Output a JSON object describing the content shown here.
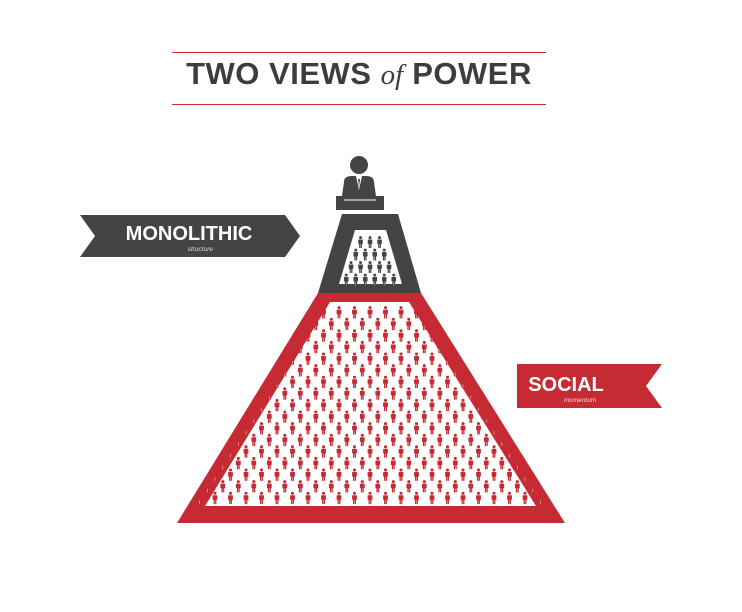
{
  "title": {
    "part1": "TWO VIEWS",
    "connector": "of",
    "part2": "POWER"
  },
  "labels": {
    "monolithic": {
      "main": "MONOLITHIC",
      "sub": "structure"
    },
    "social": {
      "main": "SOCIAL",
      "sub": "momentum"
    }
  },
  "colors": {
    "red": "#c62a33",
    "dark": "#444444",
    "title_text": "#3d3d3d",
    "background": "#ffffff"
  },
  "icons": {
    "leader": "speaker-at-podium-icon",
    "crowd_person": "person-icon"
  }
}
